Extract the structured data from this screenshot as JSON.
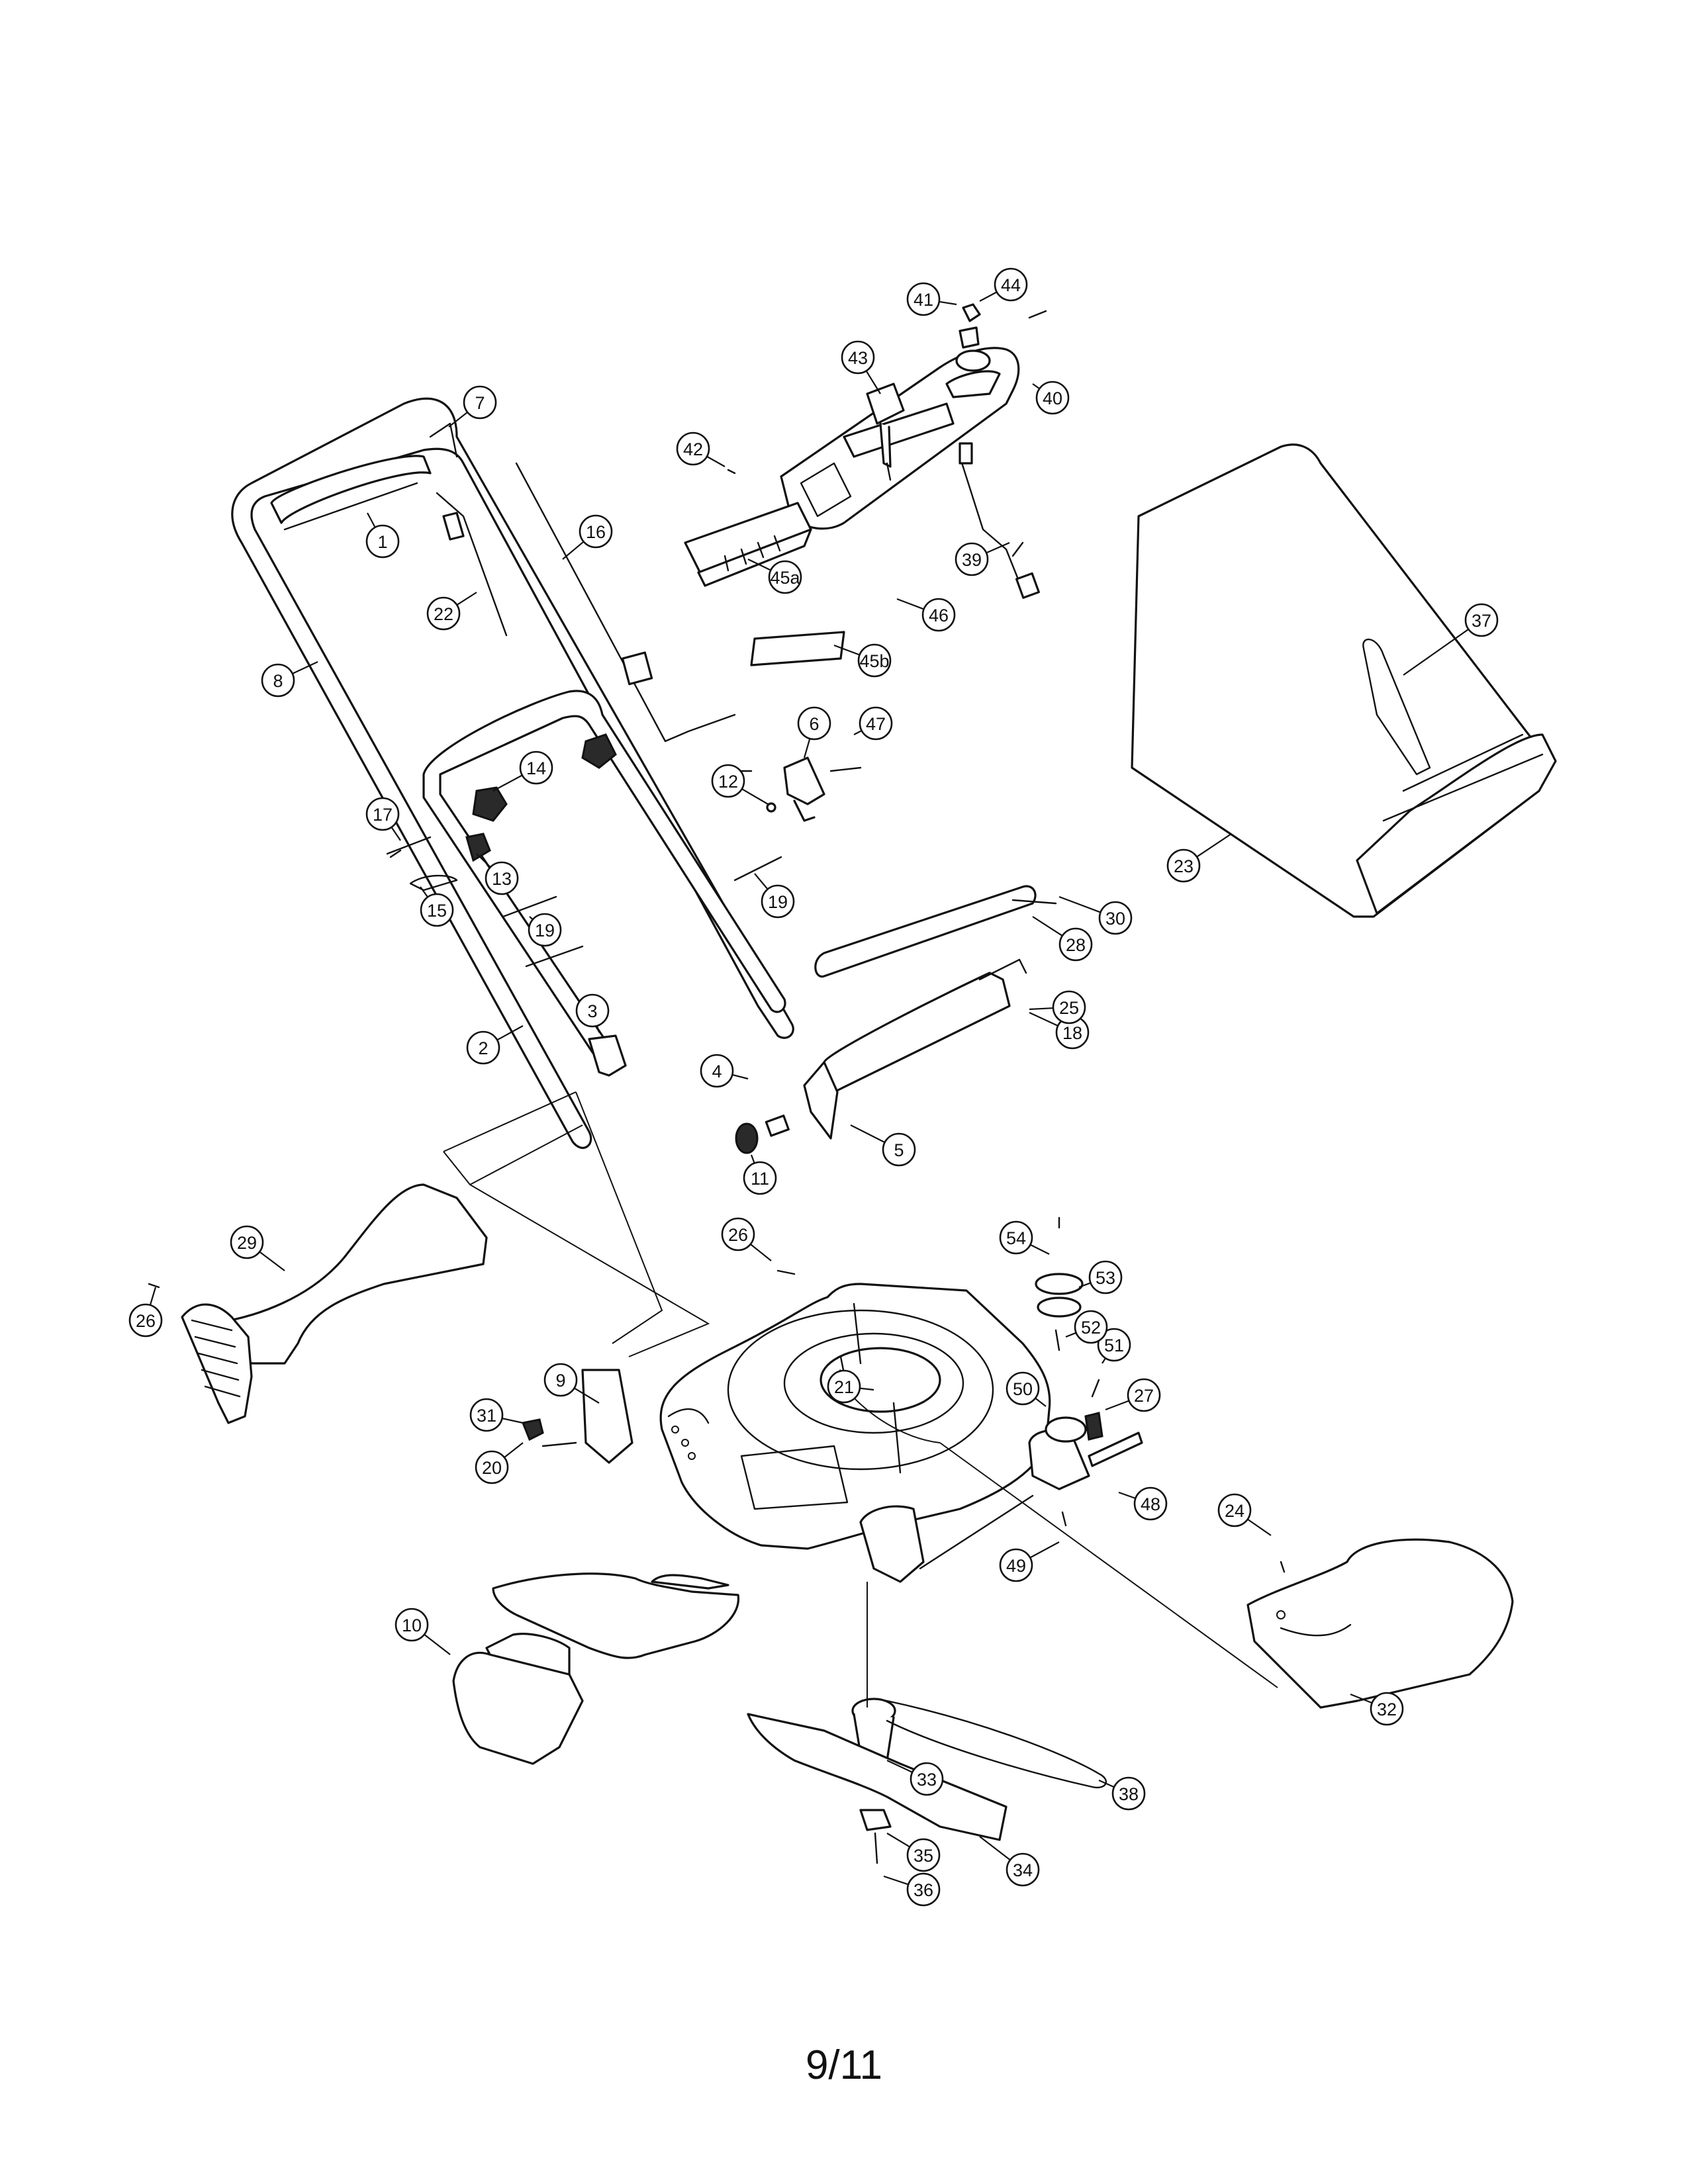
{
  "page": {
    "number": "9/11"
  },
  "callouts": [
    {
      "id": "c1",
      "label": "1"
    },
    {
      "id": "c2",
      "label": "2"
    },
    {
      "id": "c3",
      "label": "3"
    },
    {
      "id": "c4",
      "label": "4"
    },
    {
      "id": "c5",
      "label": "5"
    },
    {
      "id": "c6",
      "label": "6"
    },
    {
      "id": "c7",
      "label": "7"
    },
    {
      "id": "c8",
      "label": "8"
    },
    {
      "id": "c9",
      "label": "9"
    },
    {
      "id": "c10",
      "label": "10"
    },
    {
      "id": "c11",
      "label": "11"
    },
    {
      "id": "c12",
      "label": "12"
    },
    {
      "id": "c13",
      "label": "13"
    },
    {
      "id": "c14",
      "label": "14"
    },
    {
      "id": "c15",
      "label": "15"
    },
    {
      "id": "c16",
      "label": "16"
    },
    {
      "id": "c17",
      "label": "17"
    },
    {
      "id": "c18",
      "label": "18"
    },
    {
      "id": "c19a",
      "label": "19"
    },
    {
      "id": "c19b",
      "label": "19"
    },
    {
      "id": "c20",
      "label": "20"
    },
    {
      "id": "c21",
      "label": "21"
    },
    {
      "id": "c22",
      "label": "22"
    },
    {
      "id": "c23",
      "label": "23"
    },
    {
      "id": "c24",
      "label": "24"
    },
    {
      "id": "c25",
      "label": "25"
    },
    {
      "id": "c26a",
      "label": "26"
    },
    {
      "id": "c26b",
      "label": "26"
    },
    {
      "id": "c27",
      "label": "27"
    },
    {
      "id": "c28",
      "label": "28"
    },
    {
      "id": "c29",
      "label": "29"
    },
    {
      "id": "c30",
      "label": "30"
    },
    {
      "id": "c31",
      "label": "31"
    },
    {
      "id": "c32",
      "label": "32"
    },
    {
      "id": "c33",
      "label": "33"
    },
    {
      "id": "c34",
      "label": "34"
    },
    {
      "id": "c35",
      "label": "35"
    },
    {
      "id": "c36",
      "label": "36"
    },
    {
      "id": "c37",
      "label": "37"
    },
    {
      "id": "c38",
      "label": "38"
    },
    {
      "id": "c39",
      "label": "39"
    },
    {
      "id": "c40",
      "label": "40"
    },
    {
      "id": "c41",
      "label": "41"
    },
    {
      "id": "c42",
      "label": "42"
    },
    {
      "id": "c43",
      "label": "43"
    },
    {
      "id": "c44",
      "label": "44"
    },
    {
      "id": "c45a",
      "label": "45a"
    },
    {
      "id": "c45b",
      "label": "45b"
    },
    {
      "id": "c46",
      "label": "46"
    },
    {
      "id": "c47",
      "label": "47"
    },
    {
      "id": "c48",
      "label": "48"
    },
    {
      "id": "c49",
      "label": "49"
    },
    {
      "id": "c50",
      "label": "50"
    },
    {
      "id": "c51",
      "label": "51"
    },
    {
      "id": "c52",
      "label": "52"
    },
    {
      "id": "c53",
      "label": "53"
    },
    {
      "id": "c54",
      "label": "54"
    }
  ]
}
